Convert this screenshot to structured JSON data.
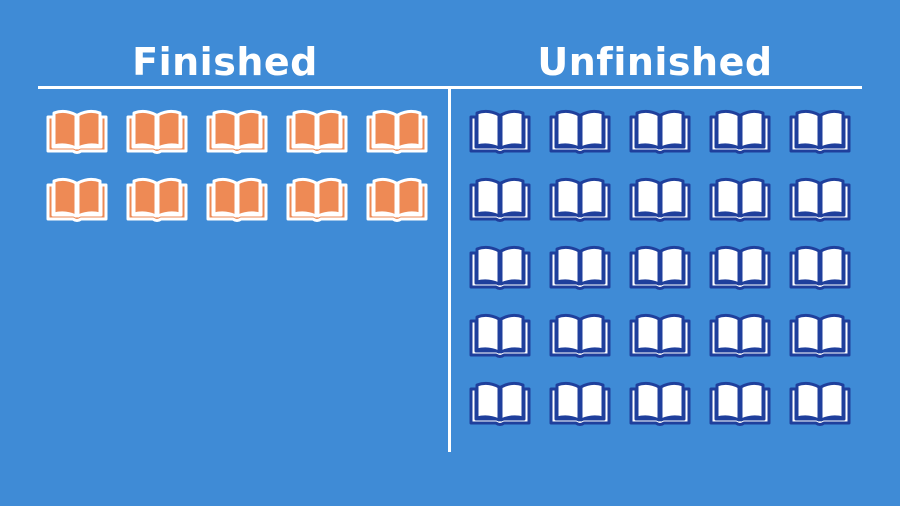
{
  "headings": {
    "finished": "Finished",
    "unfinished": "Unfinished"
  },
  "colors": {
    "background": "#3f8bd6",
    "finished_fill": "#ee8a55",
    "finished_outline": "#ffffff",
    "unfinished_fill": "#ffffff",
    "unfinished_outline": "#1f3f9c"
  },
  "finished": {
    "count": 10,
    "icon": "open-book-icon"
  },
  "unfinished": {
    "count": 25,
    "icon": "open-book-icon"
  }
}
